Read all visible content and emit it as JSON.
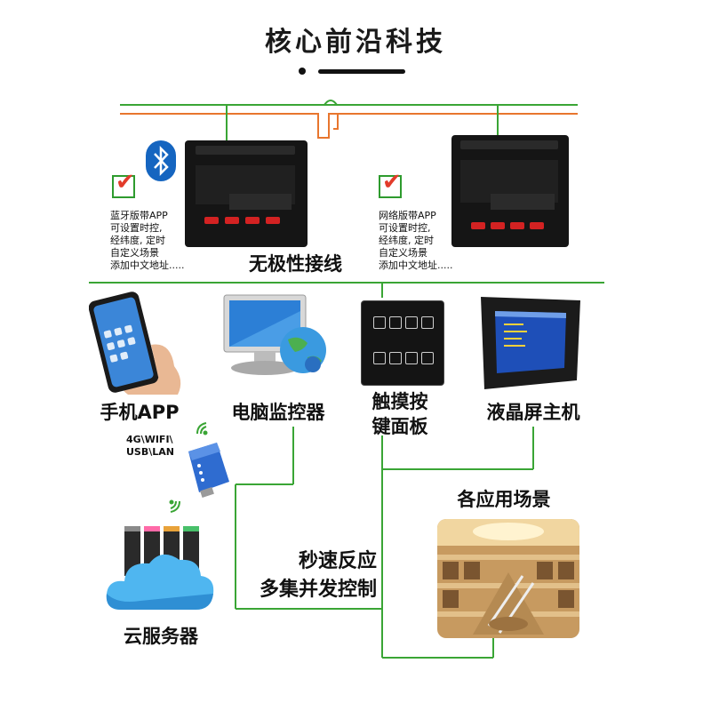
{
  "header": {
    "title": "核心前沿科技"
  },
  "wiring": {
    "label": "无极性接线"
  },
  "devices": {
    "bluetooth": {
      "features": [
        "蓝牙版带APP",
        "可设置时控,",
        "经纬度, 定时",
        "自定义场景",
        "添加中文地址....."
      ]
    },
    "network": {
      "features": [
        "网络版带APP",
        "可设置时控,",
        "经纬度, 定时",
        "自定义场景",
        "添加中文地址....."
      ]
    }
  },
  "terminals": [
    {
      "label": "手机APP"
    },
    {
      "label": "电脑监控器"
    },
    {
      "label_lines": [
        "触摸按",
        "键面板"
      ]
    },
    {
      "label": "液晶屏主机"
    }
  ],
  "gateway": {
    "interfaces": [
      "4G\\WIFI\\",
      "USB\\LAN"
    ]
  },
  "cloud": {
    "label": "云服务器"
  },
  "scene": {
    "label": "各应用场景"
  },
  "slogan": {
    "lines": [
      "秒速反应",
      "多集并发控制"
    ]
  },
  "colors": {
    "green_line": "#3aa535",
    "orange_line": "#e8762e",
    "check_green": "#2e9b2e",
    "check_red": "#e23b2a",
    "bluetooth_blue": "#1565c0"
  }
}
